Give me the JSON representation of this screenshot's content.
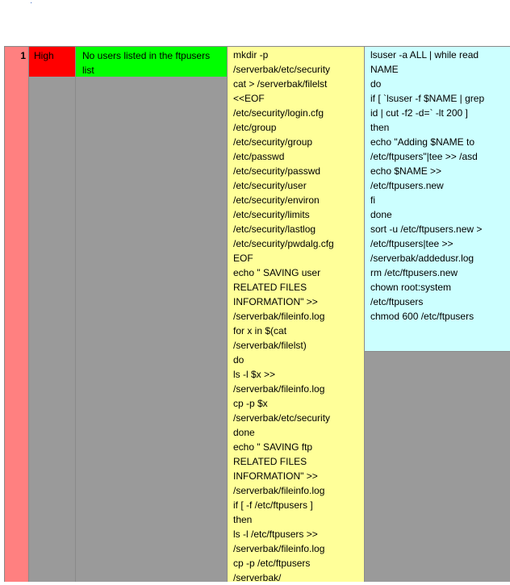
{
  "row": {
    "number": "1",
    "risk": "High",
    "description": "No users listed in the ftpusers list",
    "code_lines": [
      "mkdir -p",
      "/serverbak/etc/security",
      "cat > /serverbak/filelst",
      "<<EOF",
      "/etc/security/login.cfg",
      "/etc/group",
      "/etc/security/group",
      "/etc/passwd",
      "/etc/security/passwd",
      "/etc/security/user",
      "/etc/security/environ",
      "/etc/security/limits",
      "/etc/security/lastlog",
      "/etc/security/pwdalg.cfg",
      "EOF",
      "echo \" SAVING user",
      "RELATED FILES",
      "INFORMATION\" >>",
      "/serverbak/fileinfo.log",
      "for x in $(cat",
      "/serverbak/filelst)",
      "do",
      "ls -l $x >>",
      "/serverbak/fileinfo.log",
      "cp -p $x",
      "/serverbak/etc/security",
      "done",
      "echo \" SAVING ftp",
      "RELATED FILES",
      "INFORMATION\" >>",
      "/serverbak/fileinfo.log",
      "if [ -f /etc/ftpusers ]",
      "then",
      "ls -l /etc/ftpusers >>",
      "/serverbak/fileinfo.log",
      "cp -p /etc/ftpusers",
      "/serverbak/"
    ],
    "fix_lines": [
      "lsuser -a ALL |  while read",
      "NAME",
      " do",
      " if [ `lsuser -f $NAME | grep",
      "id | cut -f2 -d=` -lt 200 ]",
      " then",
      " echo \"Adding $NAME to",
      "/etc/ftpusers\"|tee >> /asd",
      " echo $NAME >>",
      "/etc/ftpusers.new",
      " fi",
      "done",
      "sort -u /etc/ftpusers.new >",
      "/etc/ftpusers|tee >>",
      "/serverbak/addedusr.log",
      "rm /etc/ftpusers.new",
      "chown root:system",
      "/etc/ftpusers",
      "chmod 600 /etc/ftpusers"
    ]
  },
  "colors": {
    "number_bg": "#ff8080",
    "risk_high": "#ff0000",
    "description_bg": "#00ff00",
    "code_bg": "#ffff99",
    "fix_bg": "#ccffff",
    "empty_bg": "#9a9a9a"
  }
}
